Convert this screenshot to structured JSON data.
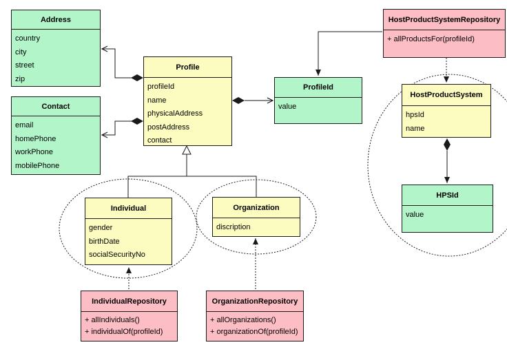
{
  "classes": {
    "address": {
      "name": "Address",
      "attributes": [
        "country",
        "city",
        "street",
        "zip"
      ]
    },
    "contact": {
      "name": "Contact",
      "attributes": [
        "email",
        "homePhone",
        "workPhone",
        "mobilePhone"
      ]
    },
    "profile": {
      "name": "Profile",
      "attributes": [
        "profileId",
        "name",
        "physicalAddress",
        "postAddress",
        "contact"
      ]
    },
    "profile_id": {
      "name": "ProfileId",
      "attributes": [
        "value"
      ]
    },
    "host_product_system_repository": {
      "name": "HostProductSystemRepository",
      "methods": [
        "+ allProductsFor(profileId)"
      ]
    },
    "host_product_system": {
      "name": "HostProductSystem",
      "attributes": [
        "hpsId",
        "name"
      ]
    },
    "hps_id": {
      "name": "HPSId",
      "attributes": [
        "value"
      ]
    },
    "individual": {
      "name": "Individual",
      "attributes": [
        "gender",
        "birthDate",
        "socialSecurityNo"
      ]
    },
    "organization": {
      "name": "Organization",
      "attributes": [
        "discription"
      ]
    },
    "individual_repository": {
      "name": "IndividualRepository",
      "methods": [
        "+ allIndividuals()",
        "+ individualOf(profileId)"
      ]
    },
    "organization_repository": {
      "name": "OrganizationRepository",
      "methods": [
        "+ allOrganizations()",
        "+ organizationOf(profileId)"
      ]
    }
  },
  "colors": {
    "entity": "#b1f5c8",
    "aggregate": "#fdfcc0",
    "repository": "#fdbdc4",
    "line": "#1a1a1a"
  }
}
